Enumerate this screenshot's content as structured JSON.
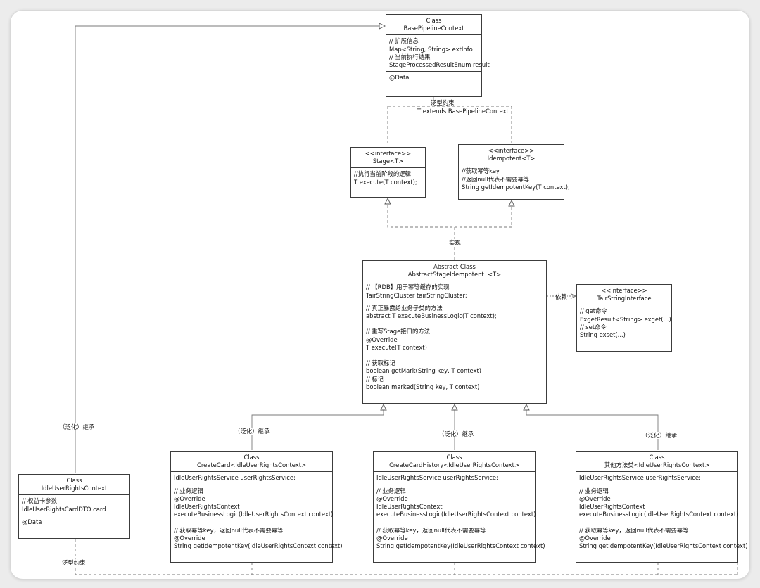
{
  "boxes": {
    "base_ctx": {
      "header": "Class\nBasePipelineContext",
      "fields": "// 扩展信息\nMap<String, String> extInfo\n// 当前执行结果\nStageProcessedResultEnum result",
      "annotations": "@Data"
    },
    "stage": {
      "header": "<<interface>>\nStage<T>",
      "body": "//执行当前阶段的逻辑\nT execute(T context);"
    },
    "idempotent": {
      "header": "<<interface>>\nIdempotent<T>",
      "body": "//获取幂等key\n//返回null代表不需要幂等\nString getIdempotentKey(T context);"
    },
    "abstract_stage": {
      "header": "Abstract Class\nAbstractStageIdempotent  <T>",
      "fields": "// 【RDB】用于幂等缓存的实现\nTairStringCluster tairStringCluster;",
      "methods": "// 真正暴露给业务子类的方法\nabstract T executeBusinessLogic(T context);\n\n// 重写Stage接口的方法\n@Override\nT execute(T context)\n\n// 获取标记\nboolean getMark(String key, T context)\n// 标记\nboolean marked(String key, T context)"
    },
    "tair": {
      "header": "<<interface>>\nTairStringInterface",
      "body": "// get命令\nExgetResult<String> exget(...)\n// set命令\nString exset(...)"
    },
    "idle_ctx": {
      "header": "Class\nIdleUserRightsContext",
      "fields": "// 权益卡参数\nIdleUserRightsCardDTO card",
      "annotations": "@Data"
    },
    "create_card": {
      "header": "Class\nCreateCard<IdleUserRightsContext>",
      "fields": "IdleUserRightsService userRightsService;",
      "methods": "// 业务逻辑\n@Override\nIdleUserRightsContext\nexecuteBusinessLogic(IdleUserRightsContext context)\n\n// 获取幂等key，返回null代表不需要幂等\n@Override\nString getIdempotentKey(IdleUserRightsContext context)"
    },
    "create_card_history": {
      "header": "Class\nCreateCardHistory<IdleUserRightsContext>",
      "fields": "IdleUserRightsService userRightsService;",
      "methods": "// 业务逻辑\n@Override\nIdleUserRightsContext\nexecuteBusinessLogic(IdleUserRightsContext context)\n\n// 获取幂等key，返回null代表不需要幂等\n@Override\nString getIdempotentKey(IdleUserRightsContext context)"
    },
    "other": {
      "header": "Class\n其他方法类<IdleUserRightsContext>",
      "fields": "IdleUserRightsService userRightsService;",
      "methods": "// 业务逻辑\n@Override\nIdleUserRightsContext\nexecuteBusinessLogic(IdleUserRightsContext context)\n\n// 获取幂等key，返回null代表不需要幂等\n@Override\nString getIdempotentKey(IdleUserRightsContext context)"
    }
  },
  "labels": {
    "generic_constraint_top": "泛型约束",
    "t_extends": "T extends BasePipelineContext",
    "implements": "实现",
    "depends": "依赖",
    "inherit_left": "（泛化）继承",
    "inherit_1": "（泛化）继承",
    "inherit_2": "（泛化）继承",
    "inherit_3": "（泛化）继承",
    "generic_constraint_bottom": "泛型约束"
  }
}
